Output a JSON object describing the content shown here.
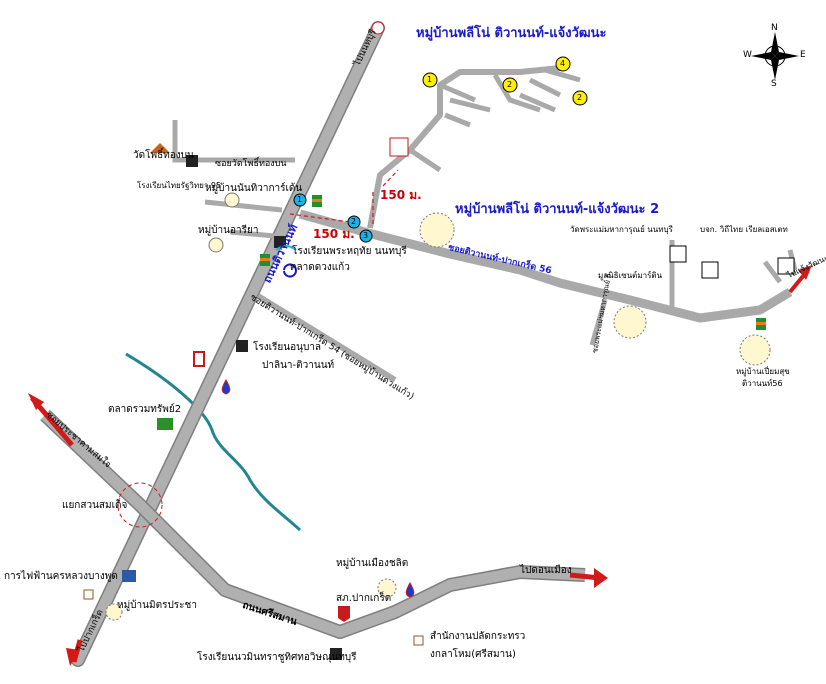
{
  "titles": {
    "village_main": "หมู่บ้านพลีโน่ ติวานนท์-แจ้งวัฒนะ",
    "village_2": "หมู่บ้านพลีโน่ ติวานนท์-แจ้งวัฒนะ 2"
  },
  "distances": {
    "d1": "150 ม.",
    "d2": "150 ม."
  },
  "compass": {
    "n": "N",
    "s": "S",
    "e": "E",
    "w": "W"
  },
  "roads": {
    "tiwanon": "ถนนติวานนท์",
    "soi56": "ซอยติวานนท์-ปากเกร็ด 56",
    "soi54": "ซอยติวานนท์-ปากเกร็ด 54 (ซอยหมู่บ้านดวงแก้ว)",
    "srisaman": "ถนนศรีสมาน",
    "to_nonthaburi": "ไปนนทบุรี",
    "to_chaengwattana": "ไปแจ้งวัฒนะ",
    "to_donmueang": "ไปดอนเมือง",
    "to_pakkret": "ไปปากเกร็ด",
    "soi_wat": "ซอยวัดโพธิ์ทองบน",
    "soi6": "ซอยพระแม่ฯมหาการุณย์ 6",
    "soi_left": "ซอยประชาคามสมใจ"
  },
  "places": {
    "wat_photongbon": "วัดโพธิ์ทองบน",
    "school_thairat": "โรงเรียนไทยรัฐวิทยา 95",
    "mb_nanthiwat": "หมู่บ้านนันทิวาการ์เด้น",
    "mb_areeya": "หมู่บ้านอารียา",
    "school_phrahruthai": "โรงเรียนพระหฤทัย นนทบุรี",
    "market_duangkaew": "ตลาดดวงแก้ว",
    "kindergarten_1": "โรงเรียนอนุบาล",
    "kindergarten_2": "ปาลินา-ติวานนท์",
    "market_sap2": "ตลาดรวมทรัพย์2",
    "junction": "แยกสวนสมเด็จ",
    "electricity": "การไฟฟ้านครหลวงบางพูด",
    "mb_mitprachar": "หมู่บ้านมิตรประชา",
    "mb_muangchalit": "หมู่บ้านเมืองชลิต",
    "police": "สภ.ปากเกร็ด",
    "district_office_1": "สำนักงานปลัดกระทรว",
    "district_office_2": "งกลาโหม(ศรีสมาน)",
    "school_navamin": "โรงเรียนนวมินทราชูทิศทอวิษณุนทบุรี",
    "wat_mahakarun": "วัดพระแม่มหาการุณย์ นนทบุรี",
    "foundation": "มูลนิธิเซนต์มาร์ติน",
    "company": "บจก. วิถีไทย เรียลเอสเตท",
    "mb_piansuk_1": "หมู่บ้านเปี่ยมสุข",
    "mb_piansuk_2": "ติวานนท์56"
  },
  "markers": [
    "1",
    "2",
    "3"
  ],
  "lot_markers": [
    "1",
    "2",
    "4",
    "2"
  ],
  "colors": {
    "road": "#a9a9a9",
    "road_outline": "#7f7f7f",
    "river": "#23858f",
    "title_blue": "#1a1ac8",
    "distance_red": "#cc0000",
    "arrow_red": "#d11a1a",
    "marker_cyan": "#19b4e6",
    "lot_yellow": "#ffef00"
  }
}
